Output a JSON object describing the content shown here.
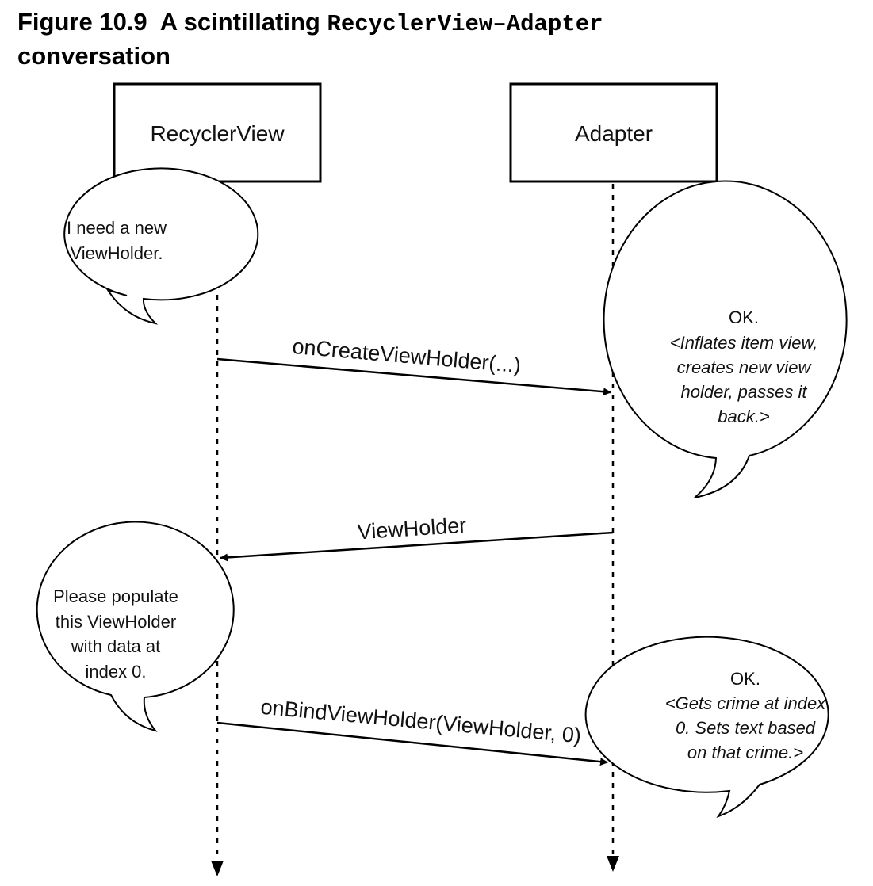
{
  "figure": {
    "number_label": "Figure 10.9",
    "title_prefix": "A scintillating",
    "title_code": "RecyclerView–Adapter",
    "title_suffix": "conversation"
  },
  "participants": {
    "left": "RecyclerView",
    "right": "Adapter"
  },
  "bubbles": {
    "rv_request_1": [
      "I need a new",
      "ViewHolder."
    ],
    "adapter_reply_1": {
      "lead": "OK.",
      "lines": [
        "<Inflates item view,",
        "creates new view",
        "holder, passes it",
        "back.>"
      ]
    },
    "rv_request_2": [
      "Please populate",
      "this ViewHolder",
      "with data at",
      "index 0."
    ],
    "adapter_reply_2": {
      "lead": "OK.",
      "lines": [
        "<Gets crime at index",
        "0. Sets text based",
        "on that crime.>"
      ]
    }
  },
  "messages": {
    "create": "onCreateViewHolder(...)",
    "return_holder": "ViewHolder",
    "bind": "onBindViewHolder(ViewHolder, 0)"
  }
}
